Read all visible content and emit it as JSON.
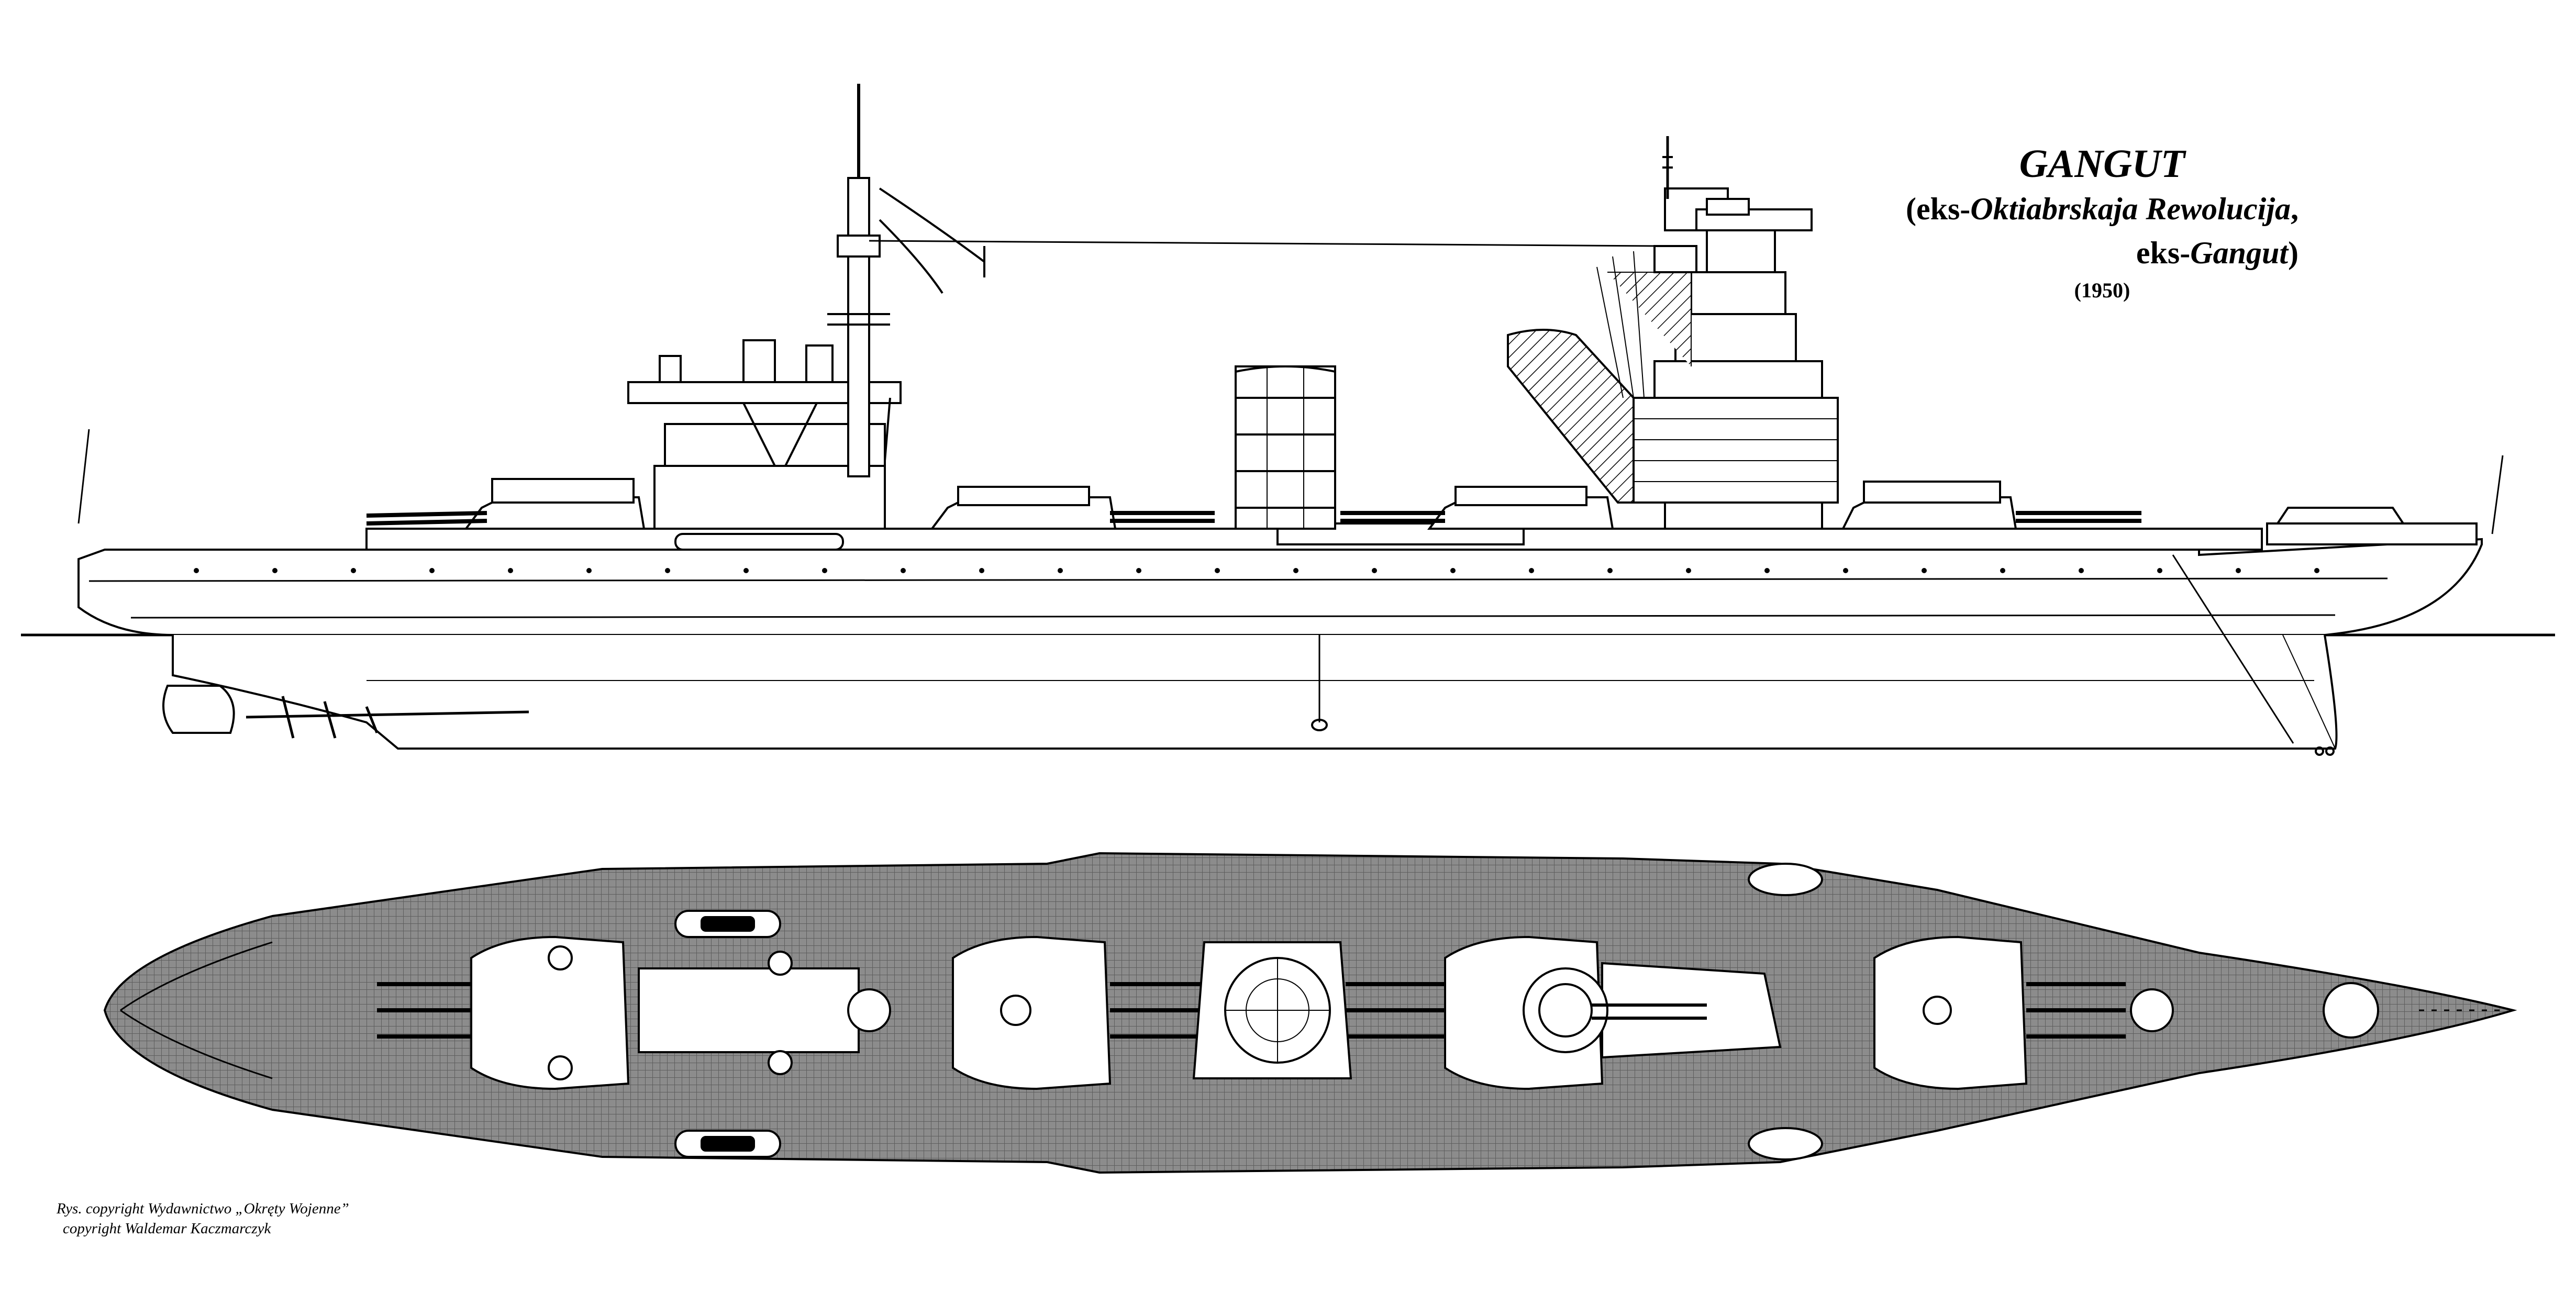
{
  "title": {
    "name": "GANGUT",
    "line2_prefix": "(eks-",
    "line2_italic": "Oktiabrskaja Rewolucija",
    "line2_suffix": ",",
    "line3_prefix": "eks-",
    "line3_italic": "Gangut",
    "line3_suffix": ")",
    "year": "(1950)"
  },
  "credits": {
    "line1": "Rys. copyright Wydawnictwo „Okręty Wojenne”",
    "line2": "copyright Waldemar Kaczmarczyk"
  },
  "colors": {
    "ink": "#000000",
    "paper": "#ffffff",
    "deck": "#8c8c8c",
    "deck_grid": "#5e5e5e"
  }
}
